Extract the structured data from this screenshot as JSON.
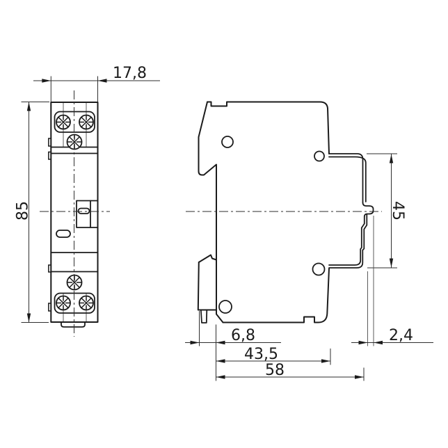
{
  "diagram": {
    "type": "technical-drawing",
    "labels": {
      "width": "17,8",
      "height": "85",
      "rail_height": "45",
      "clip_depth": "6,8",
      "body_depth": "43,5",
      "total_depth": "58",
      "hook_depth": "2,4"
    },
    "colors": {
      "line": "#1b1b1b",
      "background": "#ffffff"
    }
  }
}
